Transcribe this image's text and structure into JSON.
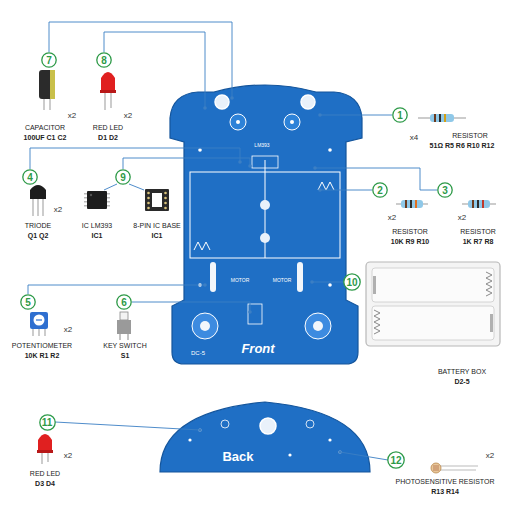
{
  "diagram": {
    "nodes": [
      {
        "text": [
          "7"
        ]
      },
      {
        "text": [
          "8"
        ]
      },
      {
        "text": [
          "1"
        ]
      },
      {
        "text": [
          "4"
        ]
      },
      {
        "text": [
          "9"
        ]
      },
      {
        "text": [
          "2"
        ]
      },
      {
        "text": [
          "3"
        ]
      },
      {
        "text": [
          "5"
        ]
      },
      {
        "text": [
          "6"
        ]
      },
      {
        "text": [
          "10"
        ]
      },
      {
        "text": [
          "11"
        ]
      },
      {
        "text": [
          "12"
        ]
      }
    ],
    "labels": [
      "x2",
      "CAPACITOR",
      "100UF C1 C2",
      "x2",
      "RED LED",
      "D1 D2",
      "x4",
      "RESISTOR",
      "51Ω R5 R6 R10 R12",
      "x2",
      "TRIODE",
      "Q1 Q2",
      "IC LM393",
      "IC1",
      "8-PIN IC BASE",
      "IC1",
      "x2",
      "RESISTOR",
      "10K R9 R10",
      "x2",
      "RESISTOR",
      "1K R7 R8",
      "x2",
      "POTENTIOMETER",
      "10K R1 R2",
      "KEY SWITCH",
      "S1",
      "BATTERY BOX",
      "D2-5",
      "x2",
      "RED LED",
      "D3 D4",
      "x2",
      "PHOTOSENSITIVE RESISTOR",
      "R13 R14",
      "Front",
      "DC-5",
      "Back",
      "LM393",
      "MOTOR",
      "MOTOR"
    ]
  }
}
